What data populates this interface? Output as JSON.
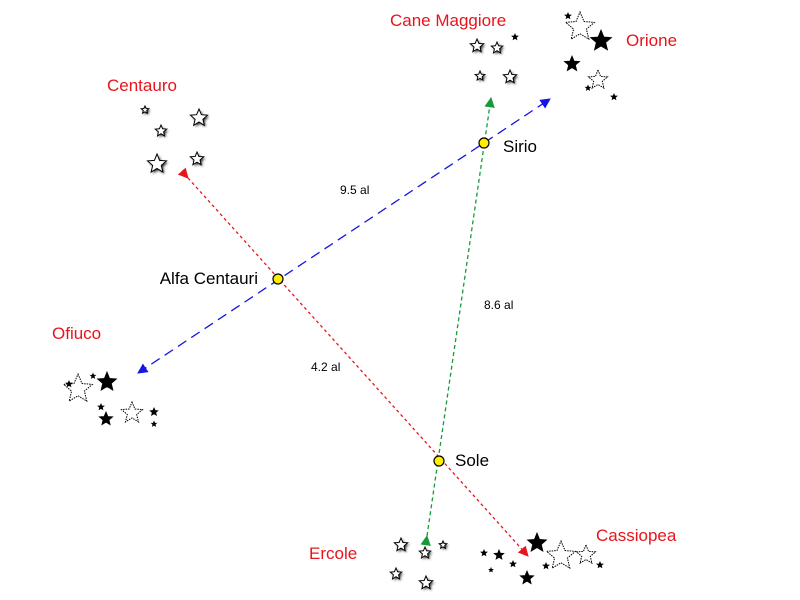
{
  "stars": {
    "sirio": "Sirio",
    "alfa_centauri": "Alfa Centauri",
    "sole": "Sole"
  },
  "constellations": {
    "cane_maggiore": "Cane Maggiore",
    "orione": "Orione",
    "centauro": "Centauro",
    "ofiuco": "Ofiuco",
    "ercole": "Ercole",
    "cassiopea": "Cassiopea"
  },
  "distances": {
    "alfa_centauri_sirio": "9.5 al",
    "sole_sirio": "8.6 al",
    "sole_alfa_centauri": "4.2 al"
  },
  "colors": {
    "constellation_label": "#e8141c",
    "blue_direction": "#1515e6",
    "green_direction": "#169a3a",
    "red_direction": "#e8141c",
    "star_dot": "#ffee00"
  }
}
